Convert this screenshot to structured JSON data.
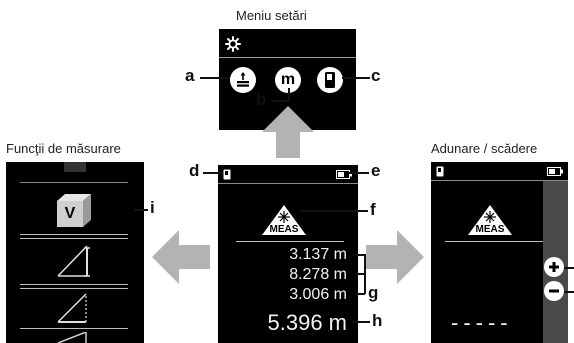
{
  "captions": {
    "settings_menu": "Meniu setări",
    "measure_functions": "Funcţii de măsurare",
    "add_subtract": "Adunare / scădere"
  },
  "callouts": {
    "a": "a",
    "b": "b",
    "c": "c",
    "d": "d",
    "e": "e",
    "f": "f",
    "g": "g",
    "h": "h",
    "i": "i"
  },
  "settings_screen": {
    "unit_button": "m"
  },
  "main_screen": {
    "logo_text": "MEAS",
    "measurements": [
      "3.137 m",
      "8.278 m",
      "3.006 m"
    ],
    "result": "5.396 m"
  },
  "functions_screen": {
    "volume_label": "V"
  },
  "addsub_screen": {
    "logo_text": "MEAS",
    "pending_value": "-----"
  },
  "colors": {
    "screen_bg": "#000000",
    "arrow": "#b3b3b3",
    "side_panel": "#4a4a4a"
  }
}
